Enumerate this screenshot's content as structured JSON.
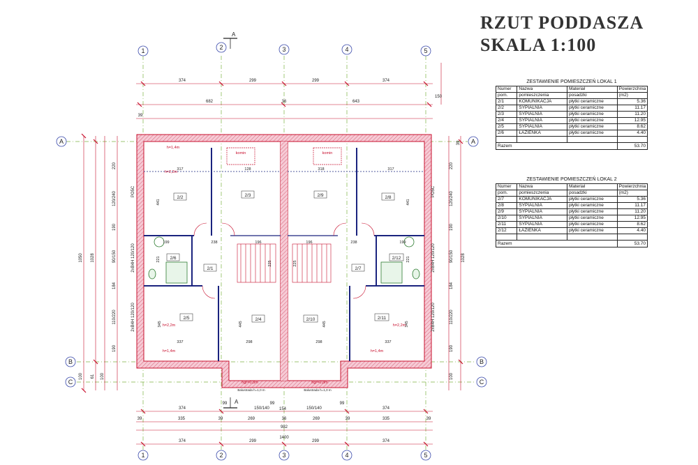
{
  "title": {
    "line1": "RZUT PODDASZA",
    "line2": "SKALA 1:100"
  },
  "schedules": [
    {
      "caption": "ZESTAWIENIE POMIESZCZEŃ LOKAL 1",
      "headers": [
        [
          "Numer",
          "pom."
        ],
        [
          "Nazwa",
          "pomieszczenia"
        ],
        [
          "Materiał",
          "posadzki"
        ],
        [
          "Powierzchnia",
          "(m2)"
        ]
      ],
      "rows": [
        [
          "2/1",
          "KOMUNIKACJA",
          "płytki ceramiczne",
          "5.36"
        ],
        [
          "2/2",
          "SYPIALNIA",
          "płytki ceramiczne",
          "11.17"
        ],
        [
          "2/3",
          "SYPIALNIA",
          "płytki ceramiczne",
          "11.20"
        ],
        [
          "2/4",
          "SYPIALNIA",
          "płytki ceramiczne",
          "12.95"
        ],
        [
          "2/5",
          "SYPIALNIA",
          "płytki ceramiczne",
          "8.62"
        ],
        [
          "2/6",
          "ŁAZIENKA",
          "płytki ceramiczne",
          "4.40"
        ]
      ],
      "total_label": "Razem",
      "total": "53.70"
    },
    {
      "caption": "ZESTAWIENIE POMIESZCZEŃ LOKAL 2",
      "headers": [
        [
          "Numer",
          "pom."
        ],
        [
          "Nazwa",
          "pomieszczenia"
        ],
        [
          "Materiał",
          "posadzki"
        ],
        [
          "Powierzchnia",
          "(m2)"
        ]
      ],
      "rows": [
        [
          "2/7",
          "KOMUNIKACJA",
          "płytki ceramiczne",
          "5.36"
        ],
        [
          "2/8",
          "SYPIALNIA",
          "płytki ceramiczne",
          "11.17"
        ],
        [
          "2/9",
          "SYPIALNIA",
          "płytki ceramiczne",
          "11.20"
        ],
        [
          "2/10",
          "SYPIALNIA",
          "płytki ceramiczne",
          "12.95"
        ],
        [
          "2/11",
          "SYPIALNIA",
          "płytki ceramiczne",
          "8.62"
        ],
        [
          "2/12",
          "ŁAZIENKA",
          "płytki ceramiczne",
          "4.40"
        ]
      ],
      "total_label": "Razem",
      "total": "53.70"
    }
  ],
  "grid": {
    "columns": [
      "1",
      "2",
      "3",
      "4",
      "5"
    ],
    "rows": [
      "A",
      "B",
      "C"
    ]
  },
  "section_marker": "A",
  "dimensions": {
    "top_row1": [
      "374",
      "299",
      "299",
      "374"
    ],
    "top_row2": [
      "682",
      "36",
      "643"
    ],
    "top_small": "39",
    "top_right": "150",
    "bottom_row1": [
      "374",
      "150/140",
      "150/140",
      "374"
    ],
    "bottom_row2": [
      "39",
      "335",
      "39",
      "269",
      "36",
      "269",
      "39",
      "335",
      "39"
    ],
    "bottom_small": [
      "99",
      "99",
      "154",
      "99"
    ],
    "bottom_mid": "982",
    "bottom_total": "1400",
    "bottom_row3": [
      "374",
      "299",
      "299",
      "374"
    ],
    "left_outer": "1050",
    "left_inner": "1028",
    "left_segments": [
      "220",
      "120/240",
      "190",
      "90/150",
      "184",
      "110/220",
      "190"
    ],
    "left_bottom": [
      "100",
      "61",
      "100"
    ],
    "right_segments": [
      "220",
      "120/240",
      "190",
      "90/150",
      "184",
      "110/220",
      "190"
    ],
    "right_outer": "1028",
    "right_bottom": "100",
    "right_small": "39",
    "window_tags": [
      "PO5C",
      "PO5C",
      "2xB4H 120/120",
      "2xB4H 120/120",
      "2xB4H 120/120",
      "2xB4H 120/120"
    ],
    "interior": [
      "317",
      "128",
      "318",
      "317",
      "238",
      "196",
      "196",
      "238",
      "337",
      "298",
      "298",
      "337",
      "441",
      "441",
      "445",
      "445",
      "221",
      "221",
      "345",
      "345",
      "225",
      "225",
      "199",
      "199"
    ]
  },
  "rooms": [
    {
      "id": "2/1"
    },
    {
      "id": "2/2"
    },
    {
      "id": "2/3"
    },
    {
      "id": "2/4"
    },
    {
      "id": "2/5"
    },
    {
      "id": "2/6"
    },
    {
      "id": "2/7"
    },
    {
      "id": "2/8"
    },
    {
      "id": "2/9"
    },
    {
      "id": "2/10"
    },
    {
      "id": "2/11"
    },
    {
      "id": "2/12"
    }
  ],
  "notes": {
    "height_labels": [
      "h=1,4m",
      "h=2,2m",
      "h=2,2m",
      "h=1,4m",
      "h=2,2m",
      "h=1,4m"
    ],
    "chimney_labels": [
      "komin",
      "komin"
    ],
    "gable": [
      "hgr=0,8m",
      "hgr=0,8m"
    ],
    "balcony": [
      "Balustrada h=1,0 m",
      "Balustrada h=1,0 m"
    ]
  },
  "colors": {
    "wall": "#f2b8c6",
    "wall_edge": "#c8102e",
    "partition": "#1a237e",
    "dim_line": "#c8102e",
    "grid_line": "#7cb342",
    "axis_circle": "#3949ab",
    "text": "#222222"
  }
}
